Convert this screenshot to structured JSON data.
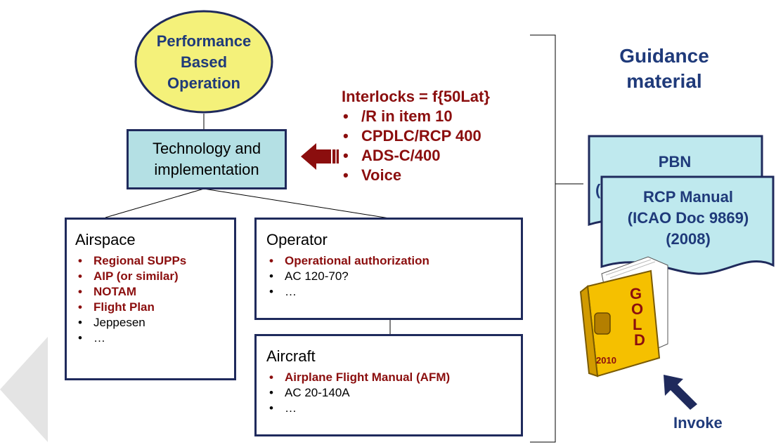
{
  "pbo": {
    "label": "Performance Based Operation"
  },
  "technology": {
    "label": "Technology and implementation"
  },
  "interlocks": {
    "title": "Interlocks = f{50Lat}",
    "items": [
      "/R in item 10",
      "CPDLC/RCP 400",
      "ADS-C/400",
      "Voice"
    ]
  },
  "guidance": {
    "title": "Guidance material"
  },
  "airspace": {
    "title": "Airspace",
    "items": [
      {
        "text": "Regional SUPPs",
        "highlight": true
      },
      {
        "text": "AIP (or similar)",
        "highlight": true
      },
      {
        "text": "NOTAM",
        "highlight": true
      },
      {
        "text": "Flight Plan",
        "highlight": true
      },
      {
        "text": "Jeppesen",
        "highlight": false
      },
      {
        "text": "…",
        "highlight": false
      }
    ]
  },
  "operator": {
    "title": "Operator",
    "items": [
      {
        "text": "Operational authorization",
        "highlight": true
      },
      {
        "text": "AC 120-70?",
        "highlight": false
      },
      {
        "text": "…",
        "highlight": false
      }
    ]
  },
  "aircraft": {
    "title": "Aircraft",
    "items": [
      {
        "text": "Airplane Flight Manual (AFM)",
        "highlight": true
      },
      {
        "text": "AC 20-140A",
        "highlight": false
      },
      {
        "text": "…",
        "highlight": false
      }
    ]
  },
  "docs": {
    "pbn": {
      "label": "PBN",
      "partial": "("
    },
    "rcp": {
      "line1": "RCP Manual",
      "line2": "(ICAO Doc 9869)",
      "line3": "(2008)"
    }
  },
  "gold_book": {
    "letters": [
      "G",
      "O",
      "L",
      "D"
    ],
    "year": "2010"
  },
  "invoke": {
    "label": "Invoke"
  },
  "colors": {
    "navy": "#1f3a7a",
    "dark_red": "#8b0e0e",
    "ellipse_fill": "#f4f17a",
    "tech_fill": "#b4e0e4",
    "doc_fill": "#bfe9ee",
    "book_fill": "#f5c000"
  }
}
